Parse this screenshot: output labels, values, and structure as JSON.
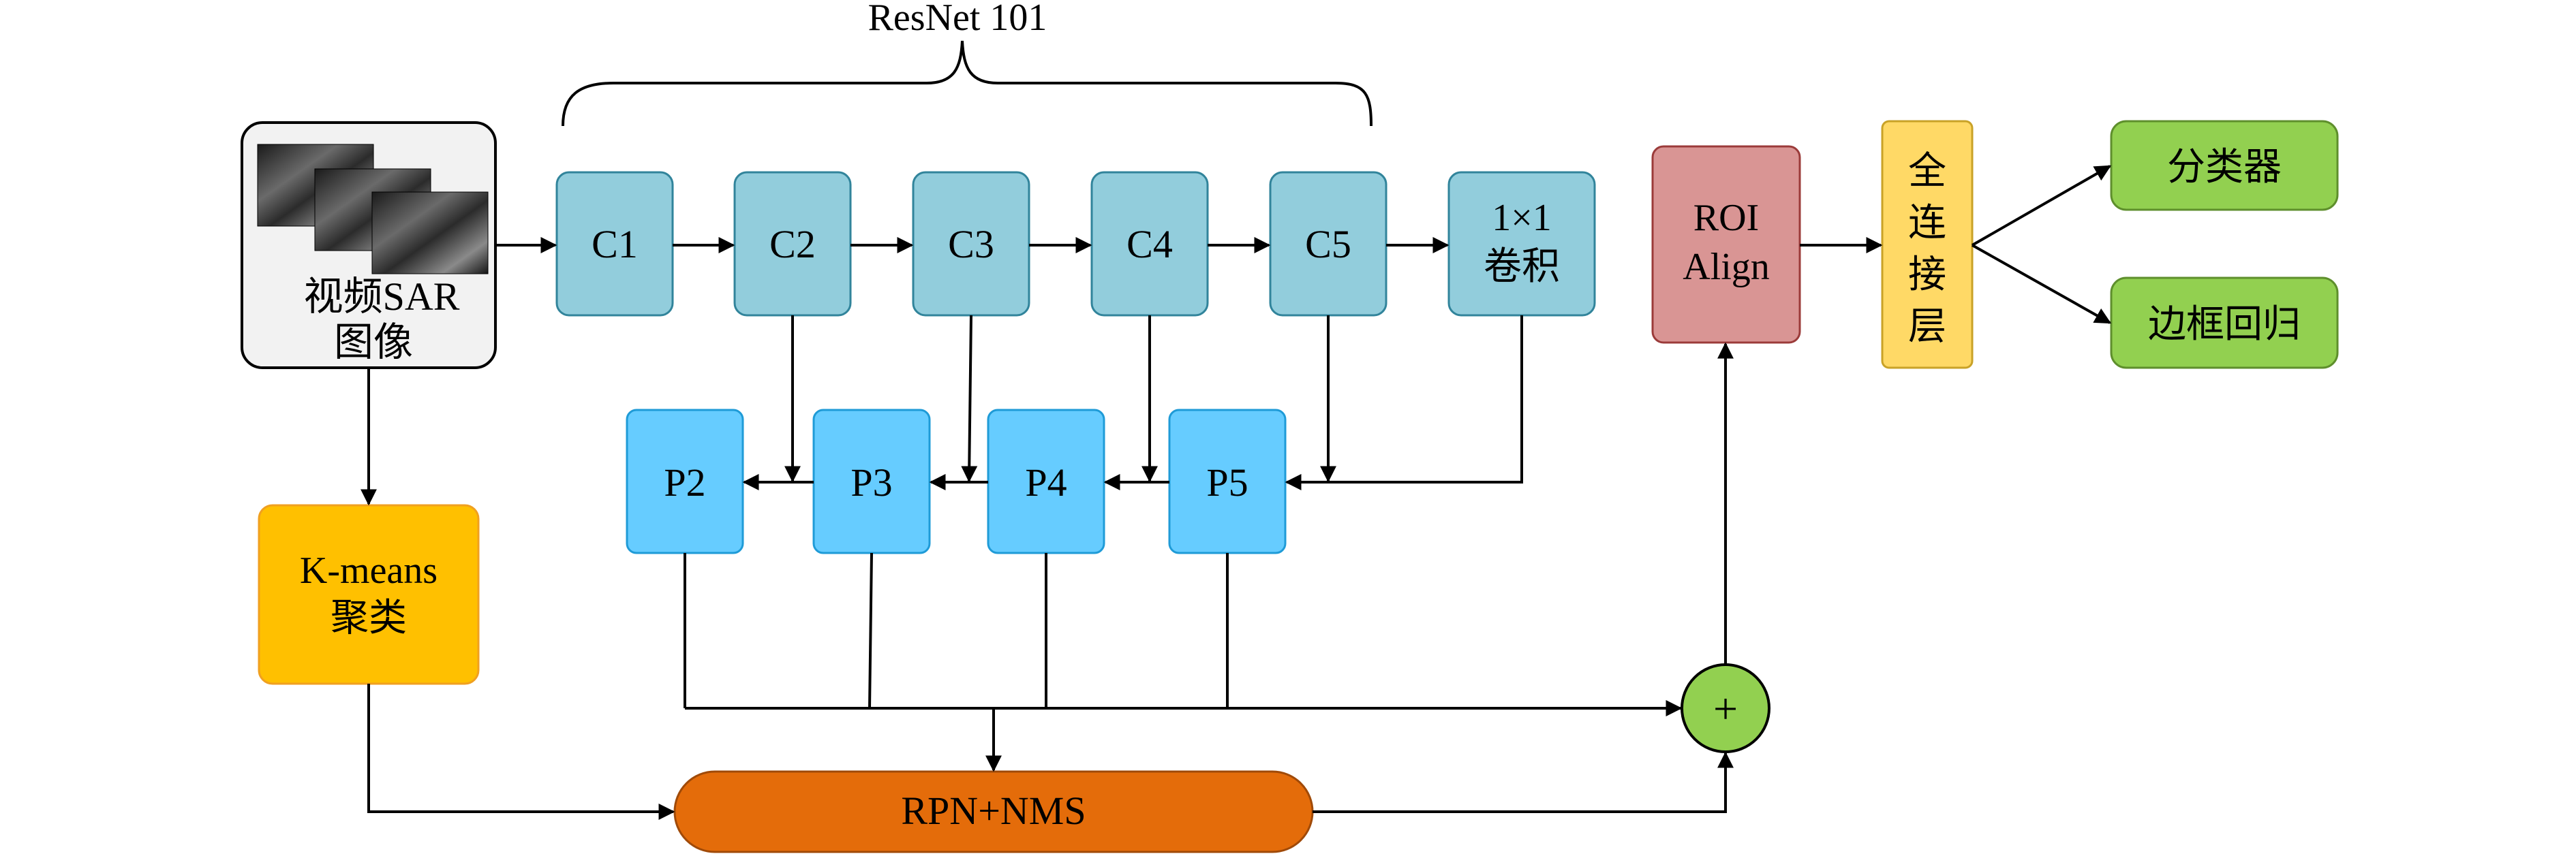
{
  "title": "ResNet 101",
  "input": {
    "line1": "视频SAR",
    "line2": "图像"
  },
  "resnet_blocks": [
    "C1",
    "C2",
    "C3",
    "C4",
    "C5"
  ],
  "conv1x1": {
    "line1": "1×1",
    "line2": "卷积"
  },
  "fpn_blocks": [
    "P2",
    "P3",
    "P4",
    "P5"
  ],
  "kmeans": {
    "line1": "K-means",
    "line2": "聚类"
  },
  "rpn": "RPN+NMS",
  "plus_symbol": "+",
  "roi_align": {
    "line1": "ROI",
    "line2": "Align"
  },
  "fc_layer": [
    "全",
    "连",
    "接",
    "层"
  ],
  "outputs": {
    "classifier": "分类器",
    "bbox_regression": "边框回归"
  },
  "colors": {
    "resnet_fill": "#92cddc",
    "resnet_stroke": "#31849b",
    "fpn_fill": "#66ccff",
    "fpn_stroke": "#1f9bd7",
    "kmeans_fill": "#ffc000",
    "kmeans_stroke": "#f0a020",
    "rpn_fill": "#e46c0a",
    "rpn_stroke": "#a04a08",
    "plus_fill": "#92d050",
    "roi_fill": "#d99594",
    "roi_stroke": "#9b3b3a",
    "fc_fill": "#ffd966",
    "fc_stroke": "#c9a227",
    "output_fill": "#92d050",
    "output_stroke": "#5e8f2c",
    "input_fill": "#f2f2f2"
  }
}
